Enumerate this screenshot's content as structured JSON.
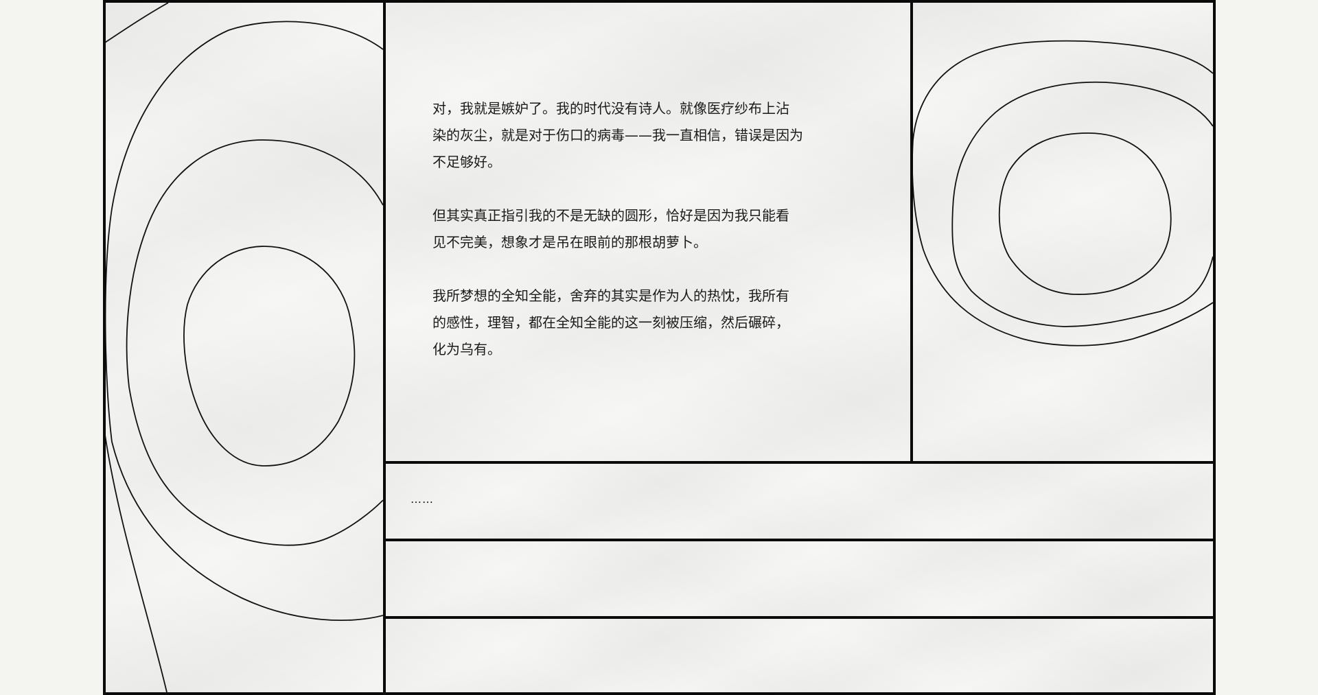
{
  "layout": {
    "background_color": "#f4f4f0",
    "paper_color": "#f6f6f4",
    "rule_color": "#0a0a0a"
  },
  "main_text": {
    "paragraphs": [
      "对，我就是嫉妒了。我的时代没有诗人。就像医疗纱布上沾\n染的灰尘，就是对于伤口的病毒——我一直相信，错误是因为\n不足够好。",
      "但其实真正指引我的不是无缺的圆形，恰好是因为我只能看\n见不完美，想象才是吊在眼前的那根胡萝卜。",
      "我所梦想的全知全能，舍弃的其实是作为人的热忱，我所有\n的感性，理智，都在全知全能的这一刻被压缩，然后碾碎，\n化为乌有。"
    ]
  },
  "strip_1": {
    "text": "……"
  },
  "strip_2": {
    "text": ""
  },
  "strip_3": {
    "text": ""
  },
  "decorations": {
    "left_panel": "concentric-rings-icon",
    "right_panel": "concentric-rings-icon"
  }
}
